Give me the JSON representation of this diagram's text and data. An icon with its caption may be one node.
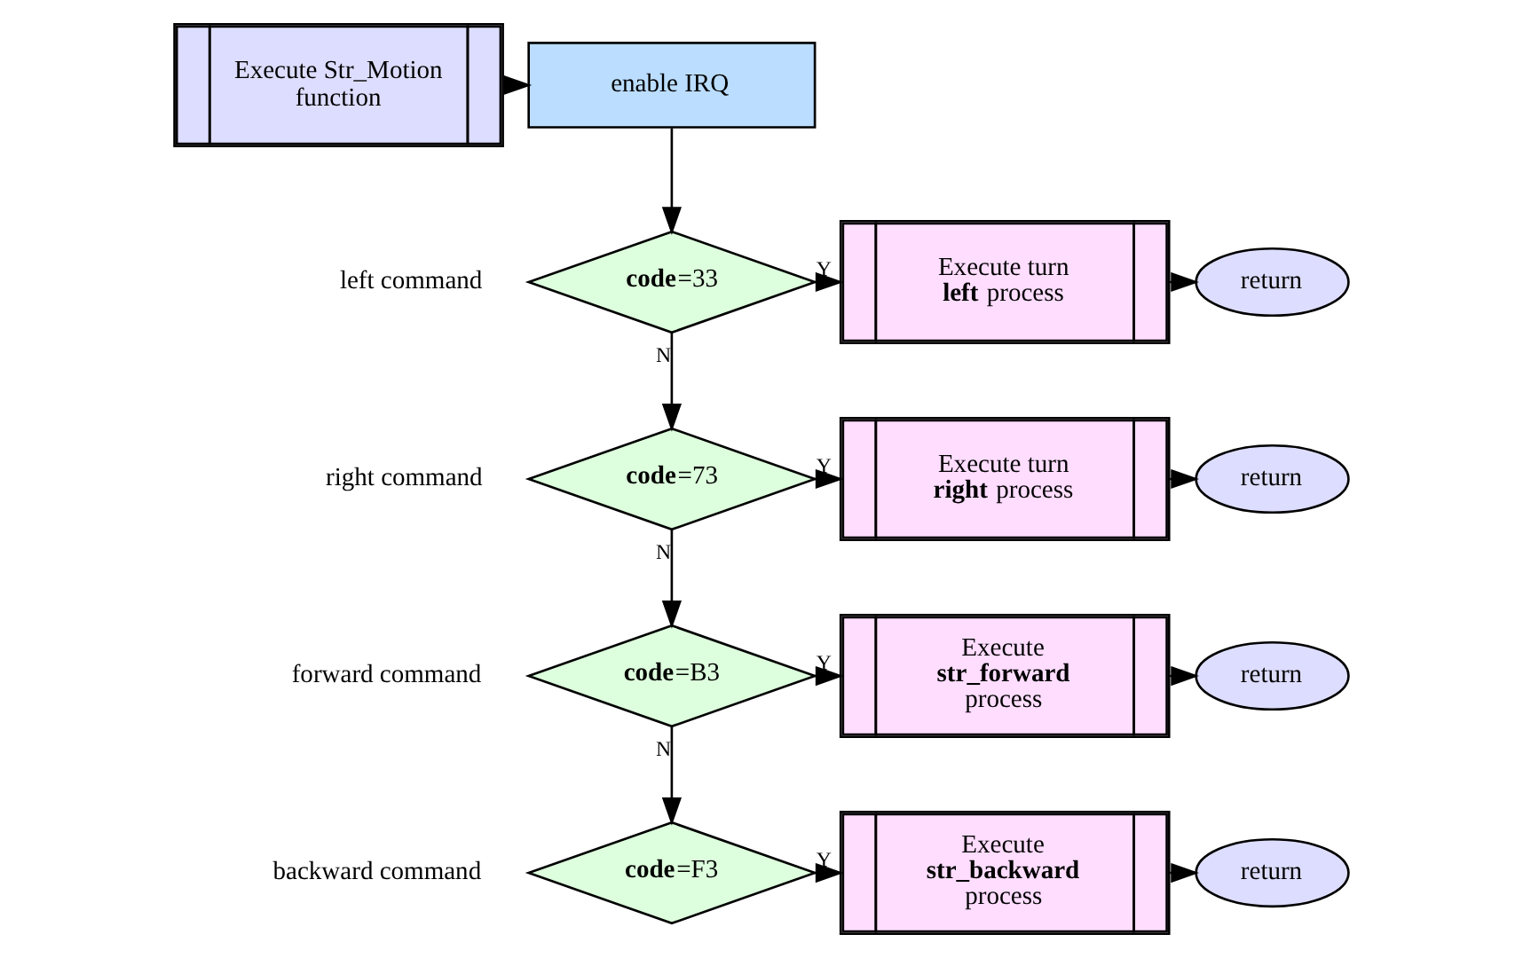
{
  "diagram": {
    "nodes": [
      {
        "text": [
          "Execute Str_Motion function"
        ]
      },
      {
        "text": [
          "enable IRQ"
        ]
      },
      {
        "text": [
          "**code**=33"
        ],
        "beside": [
          "left command"
        ]
      },
      {
        "text": [
          "Execute turn **left** process"
        ]
      },
      {
        "text": [
          "return"
        ]
      },
      {
        "text": [
          "**code**=73"
        ],
        "beside": [
          "right command"
        ]
      },
      {
        "text": [
          "Execute turn **right** process"
        ]
      },
      {
        "text": [
          "return"
        ]
      },
      {
        "text": [
          "**code**=B3"
        ],
        "beside": [
          "forward command"
        ]
      },
      {
        "text": [
          "Execute **str_forward** process"
        ]
      },
      {
        "text": [
          "return"
        ]
      },
      {
        "text": [
          "**code**=F3"
        ],
        "beside": [
          "backward command"
        ]
      },
      {
        "text": [
          "Execute **str_backward** process"
        ]
      },
      {
        "text": [
          "return"
        ]
      }
    ],
    "edges": [
      {
        "from": 0,
        "to": 1,
        "arrow": "to"
      },
      {
        "from": 1,
        "to": 2,
        "arrow": "to"
      },
      {
        "from": 2,
        "to": 3,
        "arrow": "to",
        "label": "Y"
      },
      {
        "from": 3,
        "to": 4,
        "arrow": "to"
      },
      {
        "from": 2,
        "to": 5,
        "arrow": "to",
        "label": "N"
      },
      {
        "from": 5,
        "to": 6,
        "arrow": "to",
        "label": "Y"
      },
      {
        "from": 6,
        "to": 7,
        "arrow": "to"
      },
      {
        "from": 5,
        "to": 8,
        "arrow": "to",
        "label": "N"
      },
      {
        "from": 8,
        "to": 9,
        "arrow": "to",
        "label": "Y"
      },
      {
        "from": 9,
        "to": 10,
        "arrow": "to"
      },
      {
        "from": 8,
        "to": 11,
        "arrow": "to",
        "label": "N"
      },
      {
        "from": 11,
        "to": 12,
        "arrow": "to",
        "label": "Y"
      },
      {
        "from": 12,
        "to": 13,
        "arrow": "to"
      }
    ]
  }
}
